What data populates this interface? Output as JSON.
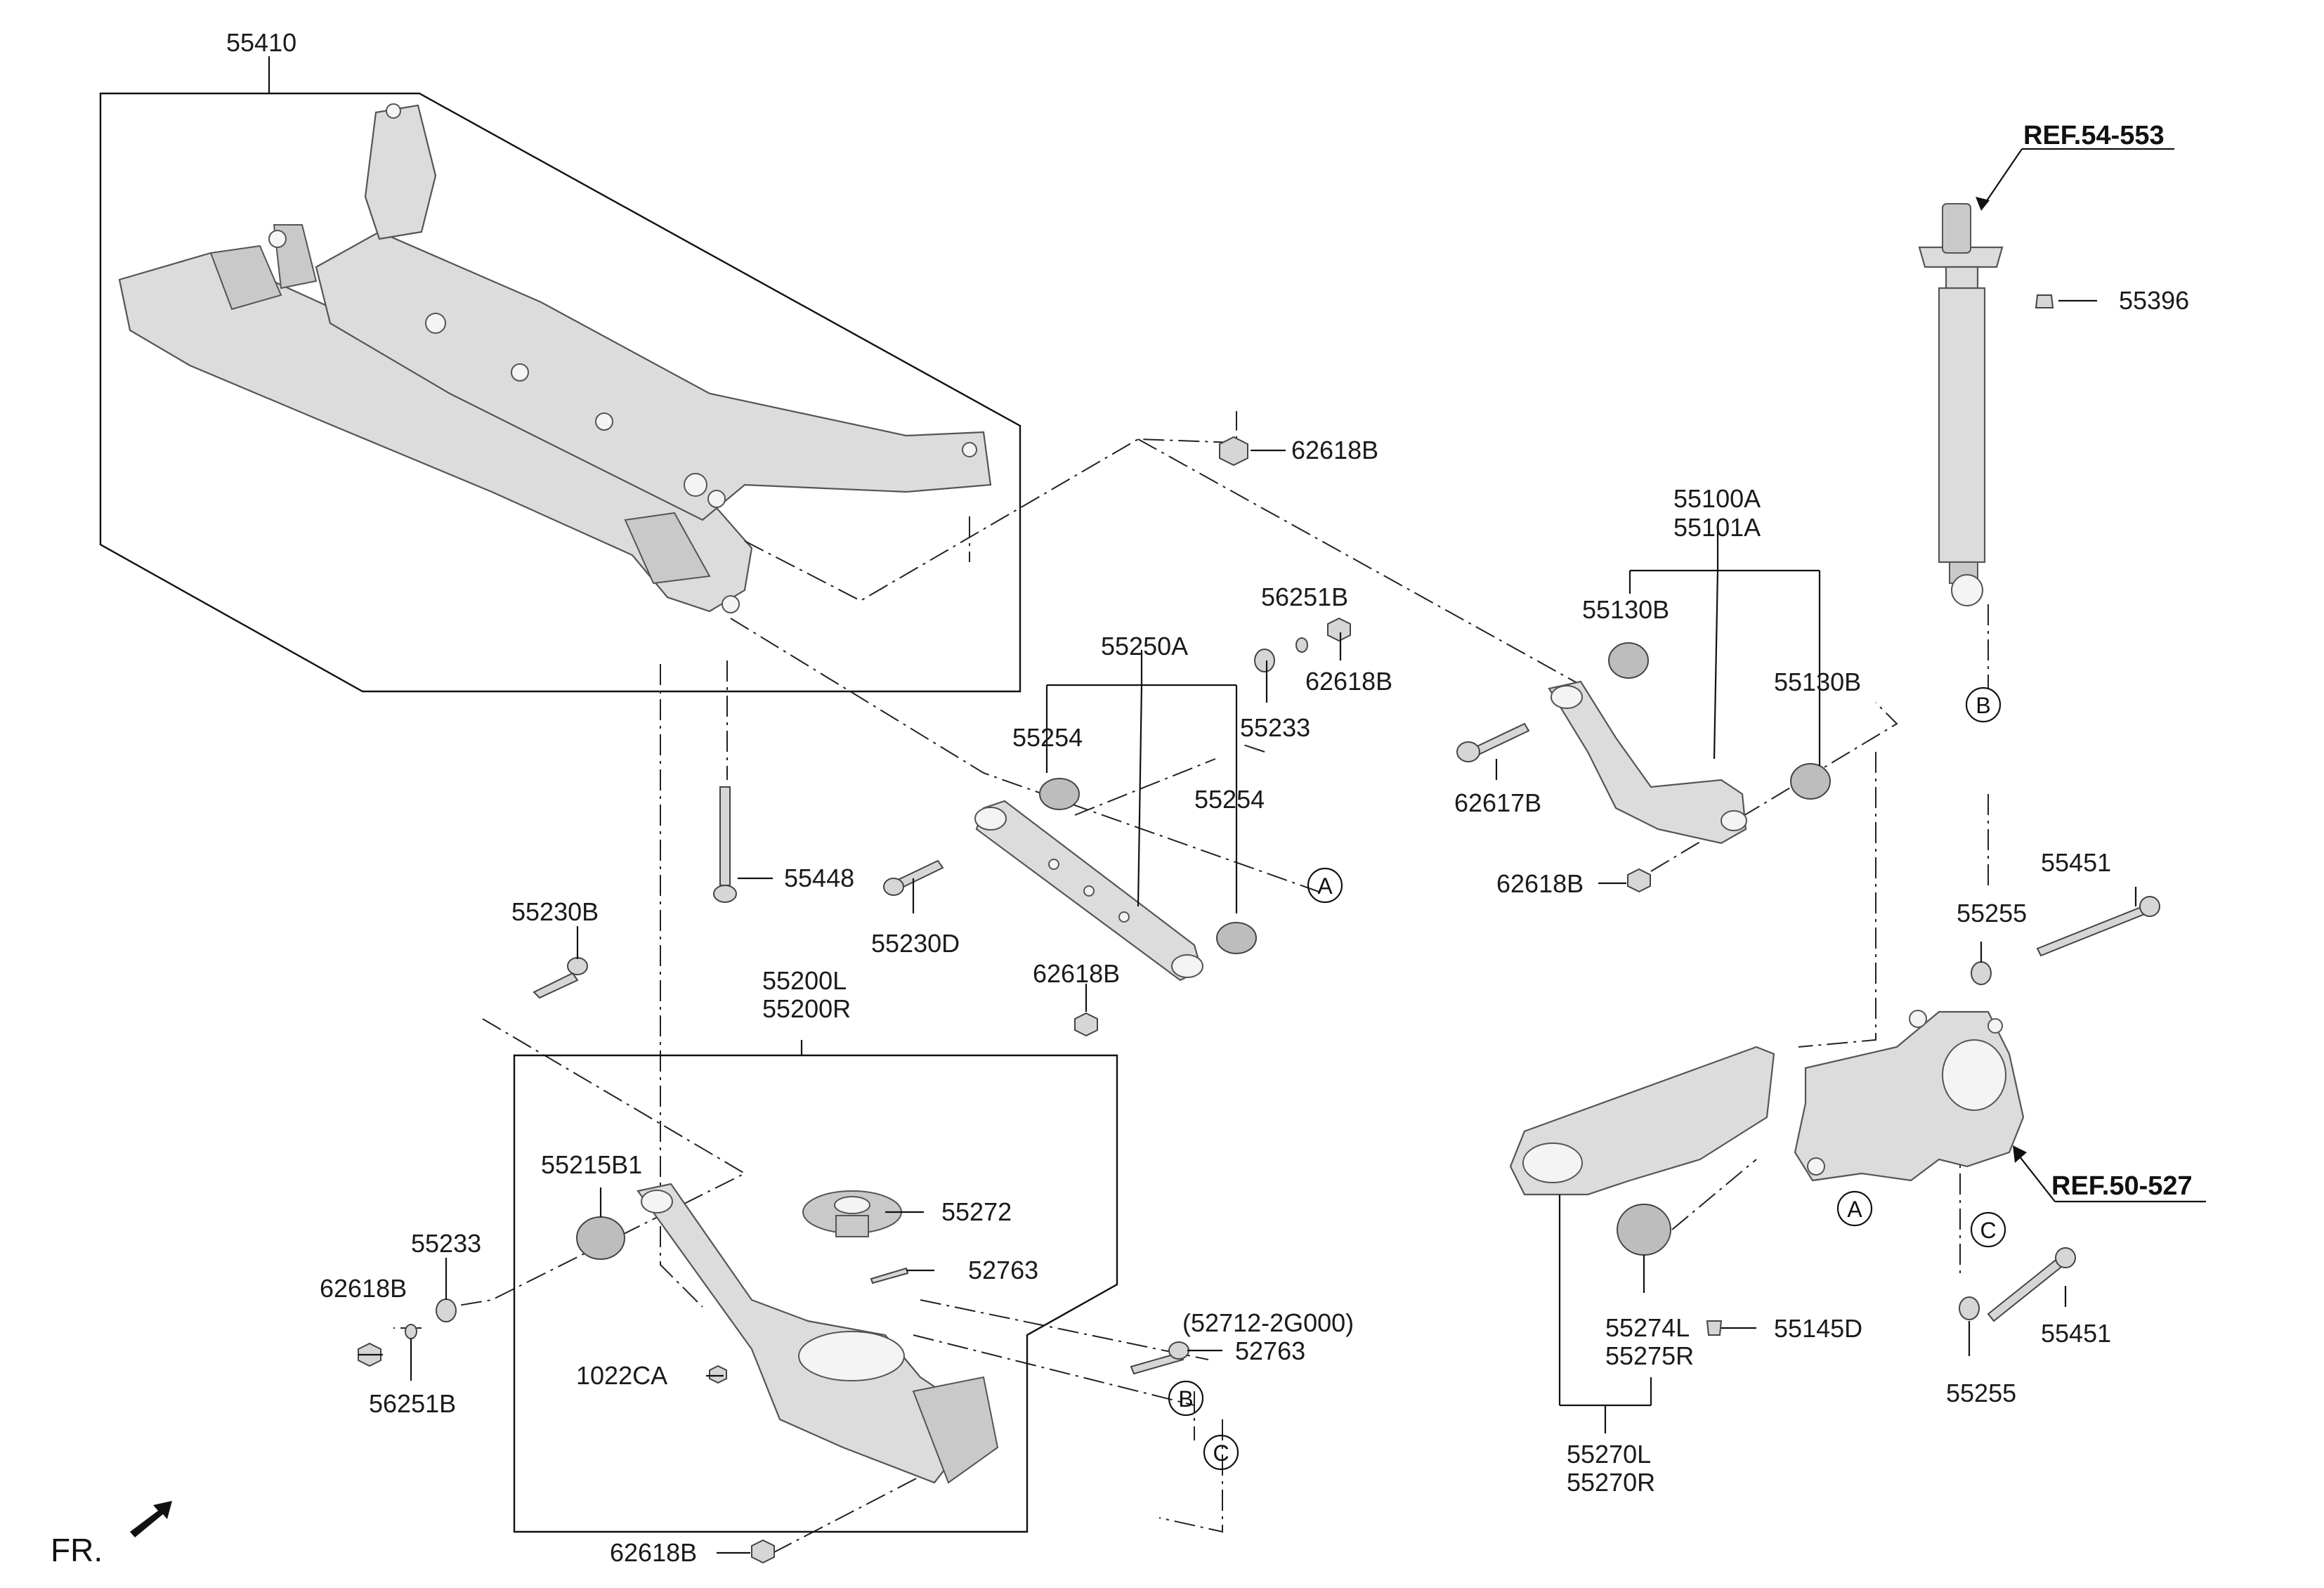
{
  "diagram": {
    "front_marker": "FR.",
    "references": {
      "shock_ref": "REF.54-553",
      "knuckle_ref": "REF.50-527"
    },
    "circle_markers": {
      "a": "A",
      "b": "B",
      "c": "C"
    },
    "labels": {
      "crossmember": "55410",
      "nut_62618b_top": "62618B",
      "upper_arm_a": "55100A",
      "upper_arm_b": "55101A",
      "upper_bush_left": "55130B",
      "upper_bush_right": "55130B",
      "shock_bolt": "55396",
      "washer_56251b_top": "56251B",
      "nut_62618b_mid": "62618B",
      "washer_55233_top": "55233",
      "assist_arm": "55250A",
      "bush_55254_left": "55254",
      "bush_55254_right": "55254",
      "bolt_62617b": "62617B",
      "nut_62618b_upperarm": "62618B",
      "bolt_55448": "55448",
      "bolt_55230d": "55230D",
      "nut_62618b_assist": "62618B",
      "bolt_55230b": "55230B",
      "lower_arm_l": "55200L",
      "lower_arm_r": "55200R",
      "washer_55255_top": "55255",
      "bolt_55451_top": "55451",
      "bush_55215b1": "55215B1",
      "seat_55272": "55272",
      "washer_55233_left": "55233",
      "nut_62618b_left": "62618B",
      "bolt_52763_upper": "52763",
      "bolt_part_no": "(52712-2G000)",
      "bolt_52763_lower": "52763",
      "nut_1022ca": "1022CA",
      "washer_56251b_left": "56251B",
      "nut_62618b_bottom": "62618B",
      "bush_55274l": "55274L",
      "bush_55275r": "55275R",
      "bolt_55145d": "55145D",
      "trailing_arm_l": "55270L",
      "trailing_arm_r": "55270R",
      "washer_55255_bottom": "55255",
      "bolt_55451_bottom": "55451"
    }
  }
}
